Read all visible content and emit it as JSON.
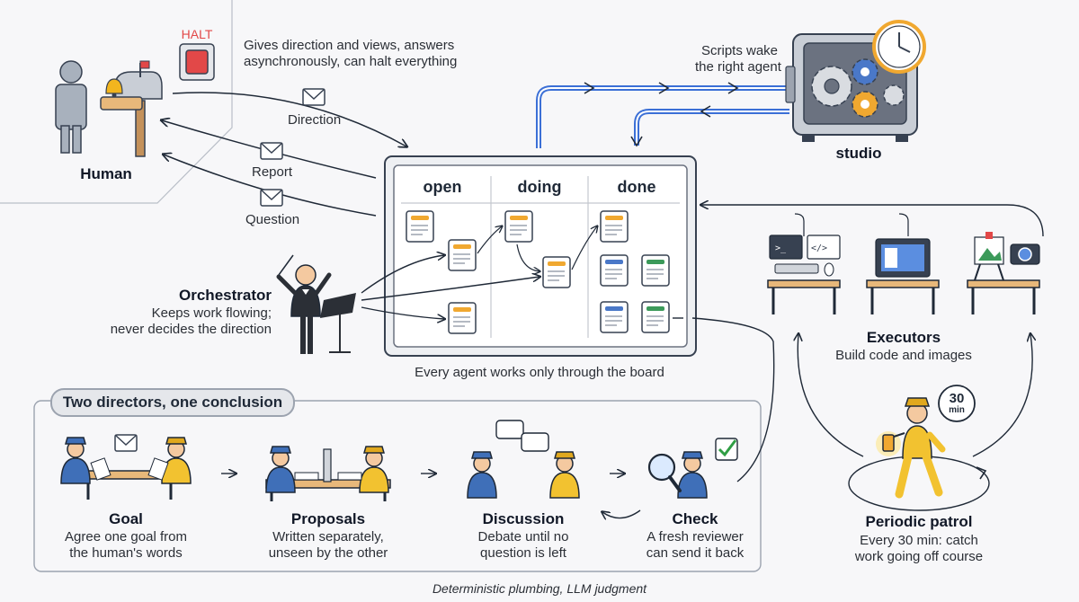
{
  "human": {
    "halt_label": "HALT",
    "description_line1": "Gives direction and views, answers",
    "description_line2": "asynchronously, can halt everything",
    "title": "Human"
  },
  "messages": {
    "direction": "Direction",
    "report": "Report",
    "question": "Question"
  },
  "studio": {
    "caption_line1": "Scripts wake",
    "caption_line2": "the right agent",
    "title": "studio"
  },
  "board": {
    "columns": [
      "open",
      "doing",
      "done"
    ],
    "caption": "Every agent works only through the board"
  },
  "orchestrator": {
    "title": "Orchestrator",
    "line1": "Keeps work flowing;",
    "line2": "never decides the direction"
  },
  "executors": {
    "title": "Executors",
    "subtitle": "Build code and images"
  },
  "patrol": {
    "badge_number": "30",
    "badge_unit": "min",
    "title": "Periodic patrol",
    "line1": "Every 30 min: catch",
    "line2": "work going off course"
  },
  "directors": {
    "heading": "Two directors, one conclusion",
    "steps": [
      {
        "title": "Goal",
        "line1": "Agree one goal from",
        "line2": "the human's words"
      },
      {
        "title": "Proposals",
        "line1": "Written separately,",
        "line2": "unseen by the other"
      },
      {
        "title": "Discussion",
        "line1": "Debate until no",
        "line2": "question is left"
      },
      {
        "title": "Check",
        "line1": "A fresh reviewer",
        "line2": "can send it back"
      }
    ]
  },
  "footer": {
    "caption": "Deterministic plumbing, LLM judgment"
  },
  "colors": {
    "blue_pipe": "#3b6fd6",
    "halt_red": "#e24848",
    "card_orange": "#f0a830",
    "card_blue": "#4a78c8",
    "card_green": "#3c9a5a",
    "check_green": "#2f9e44",
    "yellow_uniform": "#f2c230",
    "blue_uniform": "#3f6fb8"
  },
  "icons": [
    "mailbox-icon",
    "bell-icon",
    "halt-switch-icon",
    "envelope-icon",
    "safe-machine-icon",
    "clock-icon",
    "gear-icon",
    "conductor-icon",
    "desk-icon",
    "monitor-icon",
    "camera-icon",
    "easel-icon",
    "lantern-icon",
    "magnifier-icon",
    "checkmark-icon",
    "speech-bubble-icon"
  ]
}
